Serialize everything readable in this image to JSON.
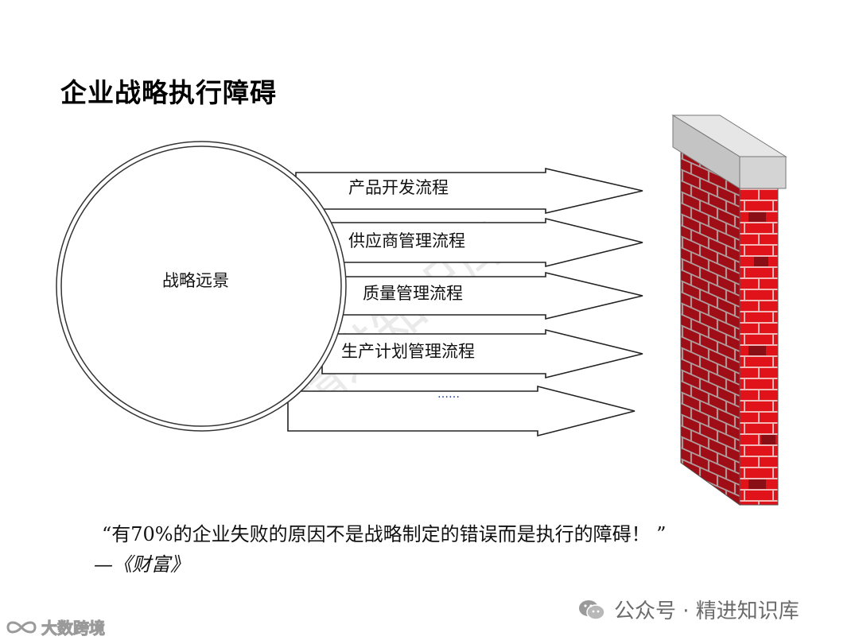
{
  "slide": {
    "title": "企业战略执行障碍",
    "center_label": "战略远景",
    "arrows": [
      {
        "label": "产品开发流程"
      },
      {
        "label": "供应商管理流程"
      },
      {
        "label": "质量管理流程"
      },
      {
        "label": "生产计划管理流程"
      },
      {
        "label": "……"
      }
    ],
    "quote": "“有70%的企业失败的原因不是战略制定的错误而是执行的障碍！ ”",
    "source": "—《财富》"
  },
  "watermarks": {
    "diagonal": "精进知识库",
    "brand": "公众号 · 精进知识库",
    "bottom_left": "大数跨境"
  },
  "colors": {
    "brick": "#e0121a",
    "brick_dark": "#8a0e16",
    "mortar": "#f2b8b8",
    "wall_cap": "#d4d4d4",
    "ellipsis_dots": "#1f3b8f"
  }
}
